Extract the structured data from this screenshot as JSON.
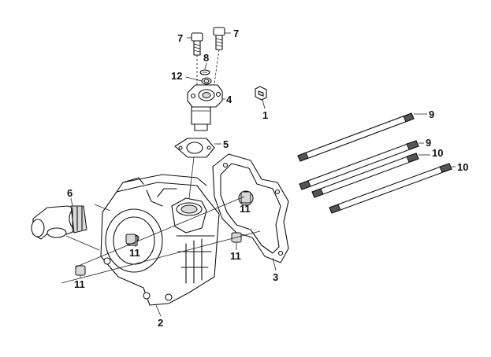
{
  "callouts": {
    "c1": "1",
    "c2": "2",
    "c3": "3",
    "c4": "4",
    "c5": "5",
    "c6": "6",
    "c7a": "7",
    "c7b": "7",
    "c8": "8",
    "c9a": "9",
    "c9b": "9",
    "c10a": "10",
    "c10b": "10",
    "c11a": "11",
    "c11b": "11",
    "c11c": "11",
    "c11d": "11",
    "c12": "12"
  }
}
